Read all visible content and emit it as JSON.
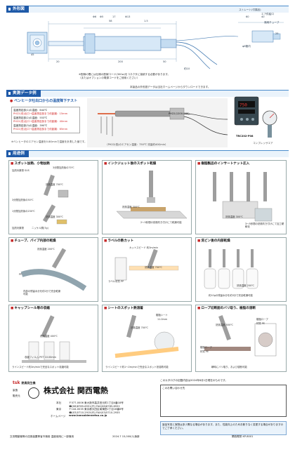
{
  "section_outline": {
    "title": "外形図"
  },
  "outline": {
    "labels": [
      "Φ6",
      "Φ5",
      "17",
      "Φ13",
      "58",
      "1.5",
      "45",
      "20",
      "200",
      "50",
      "約10",
      "60",
      "40",
      "25"
    ],
    "right_labels": [
      "ストレート(付属品)",
      "φ6管内",
      "エア供給口",
      "適用チューブ"
    ],
    "note1": "※配線の間には仕様の配線コード(300w)をコネクタに接続する必要があります。",
    "note2": "（またはオプションの電源コードをご使用ください）",
    "footnote": "本製品の外形図データは当社ホームページからダウンロードできます。"
  },
  "section_data": {
    "title": "実測データ例"
  },
  "data_example": {
    "heading": "ベンヒータ吐出口からの温度降下テスト",
    "rows": [
      "温度測定部(1)の温度：644℃",
      "PH22(低)出口→温度測定部まで約距離：15mm",
      "温度測定部(2)の温度：553℃",
      "PH22(低)出口→温度測定部まで約距離：40mm",
      "温度測定部(3)の温度：390℃",
      "PH22(低)出口→温度測定部まで約距離：65mm"
    ],
    "caption": "（PH22(低)のエアセン温度：750℃ 流量約40ℓ/min）",
    "ph_label": "PH22(1200-08K)",
    "trc_label": "TRC202-P08",
    "pump_label": "コンプレッサエア",
    "bottom_note": "※ベンヒータのエアセン温度を0.8ℓ/minで温度を計測した値です。"
  },
  "section_use": {
    "title": "用途例"
  },
  "panels": [
    {
      "title": "スポット加熱、小物加熱",
      "notes": [
        "3分間加熱後の70℃",
        "加熱対象物 SUS",
        "熱風温度 700℃",
        "3分間加熱後の50℃",
        "1分間加熱後の230℃",
        "熱風温度 300℃",
        "加熱対象物",
        "ニッケル銅(7g)"
      ]
    },
    {
      "title": "インクジェット後のスポット乾燥",
      "notes": [
        "熱風温度 300℃",
        "2～3秒間の熱風吹き付けにて乾燥可能"
      ]
    },
    {
      "title": "樹脂製品のインサートナット圧入",
      "notes": [
        "熱風温度 300℃",
        "3～5秒間の熱風吹き付けにて加工硬軟化"
      ]
    },
    {
      "title": "チューブ、パイプ内部の乾燥",
      "notes": [
        "熱風温度 200℃",
        "PP",
        "内部の残留水分を約2分で完全乾燥可能"
      ]
    },
    {
      "title": "ラベルの熱カット",
      "notes": [
        "カットスピード 約3m/min",
        "熱風温度 700℃",
        "ラベル材質 PP"
      ]
    },
    {
      "title": "洗ビン後の内部乾燥",
      "notes": [
        "熱風温度 200℃",
        "約10gの残留水分を約3分で完全乾燥可能"
      ]
    },
    {
      "title": "キャップシール等の収縮",
      "notes": [
        "熱風温度 400℃",
        "収縮フィルム PET 10.00mm",
        "ラインスピード約3m/minで完全なスポット収縮可能"
      ]
    },
    {
      "title": "シートのスポット熱溶着",
      "notes": [
        "熱風温度 700℃",
        "樹脂シート",
        "11.0mm",
        "ラインスピード約1～2m/minで完全なスポット熱溶着可能"
      ]
    },
    {
      "title": "ロープ切断面のバリ取り、樹脂の溶断",
      "notes": [
        "熱風温度 500℃",
        "樹脂ロープ",
        "材質 PE",
        "樹脂ロープ",
        "材質 PE",
        "瞬時にバリ取り、および溶断可能"
      ]
    }
  ],
  "footer": {
    "maker_label": "熱風発生機",
    "mfg_label1": "製造",
    "mfg_label2": "販売元",
    "company": "株式会社 関西電熱",
    "address_lines": [
      "〒577-0006  東大阪市高井田元町1丁目4番18号",
      "☎(06)6785-6551(代) FAX(06)6785-6552",
      "〒144-0035  東京都大田区南蒲田2丁目16番8号",
      "☎(03)5710-2915(代) FAX(03)5710-2935",
      "www.kansaidennetsu.co.jp"
    ],
    "label_hq": "本社",
    "label_tokyo": "東京",
    "label_hp": "ホームページ",
    "catalog_note": "このカタログの記載内容は2024年8月1日現在のものです。",
    "contact_title": "このお問い合わせ先",
    "disclaimer": "製品写真と実物は多少異なる場合があります。また、性能向上のためお断りなく変更する場合がありますのでご了承ください。",
    "bottom_left": "交流電動機等の送風装置等省令適用 温度使用に一部適用",
    "bottom_mid": "2024.7 15,000(1)漁新",
    "bottom_right": "関西電熱 KP-8001"
  }
}
